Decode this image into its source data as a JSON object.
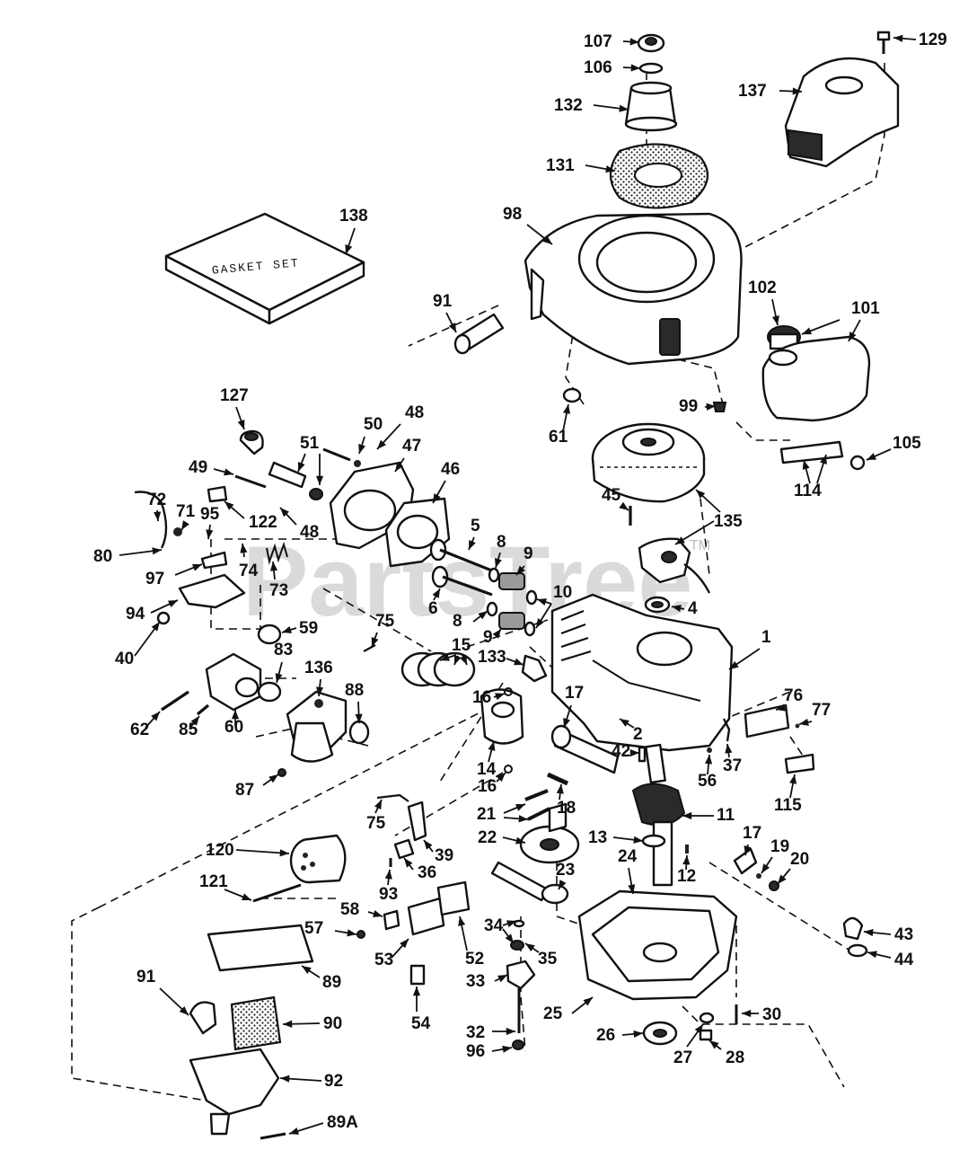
{
  "diagram": {
    "callouts": [
      {
        "key": "c107",
        "label": "107"
      },
      {
        "key": "c106",
        "label": "106"
      },
      {
        "key": "c129",
        "label": "129"
      },
      {
        "key": "c137",
        "label": "137"
      },
      {
        "key": "c132",
        "label": "132"
      },
      {
        "key": "c131",
        "label": "131"
      },
      {
        "key": "c138",
        "label": "138"
      },
      {
        "key": "c98",
        "label": "98"
      },
      {
        "key": "c91a",
        "label": "91"
      },
      {
        "key": "c102",
        "label": "102"
      },
      {
        "key": "c101",
        "label": "101"
      },
      {
        "key": "c127",
        "label": "127"
      },
      {
        "key": "c50",
        "label": "50"
      },
      {
        "key": "c48a",
        "label": "48"
      },
      {
        "key": "c51",
        "label": "51"
      },
      {
        "key": "c47",
        "label": "47"
      },
      {
        "key": "c46",
        "label": "46"
      },
      {
        "key": "c99",
        "label": "99"
      },
      {
        "key": "c61",
        "label": "61"
      },
      {
        "key": "c105",
        "label": "105"
      },
      {
        "key": "c114",
        "label": "114"
      },
      {
        "key": "c49",
        "label": "49"
      },
      {
        "key": "c122",
        "label": "122"
      },
      {
        "key": "c48b",
        "label": "48"
      },
      {
        "key": "c72",
        "label": "72"
      },
      {
        "key": "c71",
        "label": "71"
      },
      {
        "key": "c95",
        "label": "95"
      },
      {
        "key": "c80",
        "label": "80"
      },
      {
        "key": "c97",
        "label": "97"
      },
      {
        "key": "c74",
        "label": "74"
      },
      {
        "key": "c73",
        "label": "73"
      },
      {
        "key": "c5",
        "label": "5"
      },
      {
        "key": "c8a",
        "label": "8"
      },
      {
        "key": "c9a",
        "label": "9"
      },
      {
        "key": "c45",
        "label": "45"
      },
      {
        "key": "c135",
        "label": "135"
      },
      {
        "key": "c10",
        "label": "10"
      },
      {
        "key": "c6",
        "label": "6"
      },
      {
        "key": "c8b",
        "label": "8"
      },
      {
        "key": "c9b",
        "label": "9"
      },
      {
        "key": "c4",
        "label": "4"
      },
      {
        "key": "c94",
        "label": "94"
      },
      {
        "key": "c40",
        "label": "40"
      },
      {
        "key": "c59",
        "label": "59"
      },
      {
        "key": "c75a",
        "label": "75"
      },
      {
        "key": "c15",
        "label": "15"
      },
      {
        "key": "c133",
        "label": "133"
      },
      {
        "key": "c1",
        "label": "1"
      },
      {
        "key": "c83",
        "label": "83"
      },
      {
        "key": "c136",
        "label": "136"
      },
      {
        "key": "c88",
        "label": "88"
      },
      {
        "key": "c16a",
        "label": "16"
      },
      {
        "key": "c76",
        "label": "76"
      },
      {
        "key": "c77",
        "label": "77"
      },
      {
        "key": "c62",
        "label": "62"
      },
      {
        "key": "c85",
        "label": "85"
      },
      {
        "key": "c60",
        "label": "60"
      },
      {
        "key": "c17a",
        "label": "17"
      },
      {
        "key": "c2",
        "label": "2"
      },
      {
        "key": "c42",
        "label": "42"
      },
      {
        "key": "c14",
        "label": "14"
      },
      {
        "key": "c16b",
        "label": "16"
      },
      {
        "key": "c56",
        "label": "56"
      },
      {
        "key": "c37",
        "label": "37"
      },
      {
        "key": "c115",
        "label": "115"
      },
      {
        "key": "c87",
        "label": "87"
      },
      {
        "key": "c18",
        "label": "18"
      },
      {
        "key": "c75b",
        "label": "75"
      },
      {
        "key": "c21",
        "label": "21"
      },
      {
        "key": "c11",
        "label": "11"
      },
      {
        "key": "c39",
        "label": "39"
      },
      {
        "key": "c22",
        "label": "22"
      },
      {
        "key": "c13",
        "label": "13"
      },
      {
        "key": "c17b",
        "label": "17"
      },
      {
        "key": "c120",
        "label": "120"
      },
      {
        "key": "c36",
        "label": "36"
      },
      {
        "key": "c24",
        "label": "24"
      },
      {
        "key": "c19",
        "label": "19"
      },
      {
        "key": "c20",
        "label": "20"
      },
      {
        "key": "c121",
        "label": "121"
      },
      {
        "key": "c93",
        "label": "93"
      },
      {
        "key": "c23",
        "label": "23"
      },
      {
        "key": "c12",
        "label": "12"
      },
      {
        "key": "c58",
        "label": "58"
      },
      {
        "key": "c57",
        "label": "57"
      },
      {
        "key": "c34",
        "label": "34"
      },
      {
        "key": "c43",
        "label": "43"
      },
      {
        "key": "c53",
        "label": "53"
      },
      {
        "key": "c52",
        "label": "52"
      },
      {
        "key": "c35",
        "label": "35"
      },
      {
        "key": "c44",
        "label": "44"
      },
      {
        "key": "c89",
        "label": "89"
      },
      {
        "key": "c33",
        "label": "33"
      },
      {
        "key": "c91b",
        "label": "91"
      },
      {
        "key": "c90",
        "label": "90"
      },
      {
        "key": "c54",
        "label": "54"
      },
      {
        "key": "c25",
        "label": "25"
      },
      {
        "key": "c30",
        "label": "30"
      },
      {
        "key": "c32",
        "label": "32"
      },
      {
        "key": "c26",
        "label": "26"
      },
      {
        "key": "c96",
        "label": "96"
      },
      {
        "key": "c27",
        "label": "27"
      },
      {
        "key": "c28",
        "label": "28"
      },
      {
        "key": "c92",
        "label": "92"
      },
      {
        "key": "c89a",
        "label": "89A"
      }
    ],
    "gasket_set_text": "GASKET SET",
    "watermark_text": "PartsTree",
    "watermark_tm": "TM"
  }
}
